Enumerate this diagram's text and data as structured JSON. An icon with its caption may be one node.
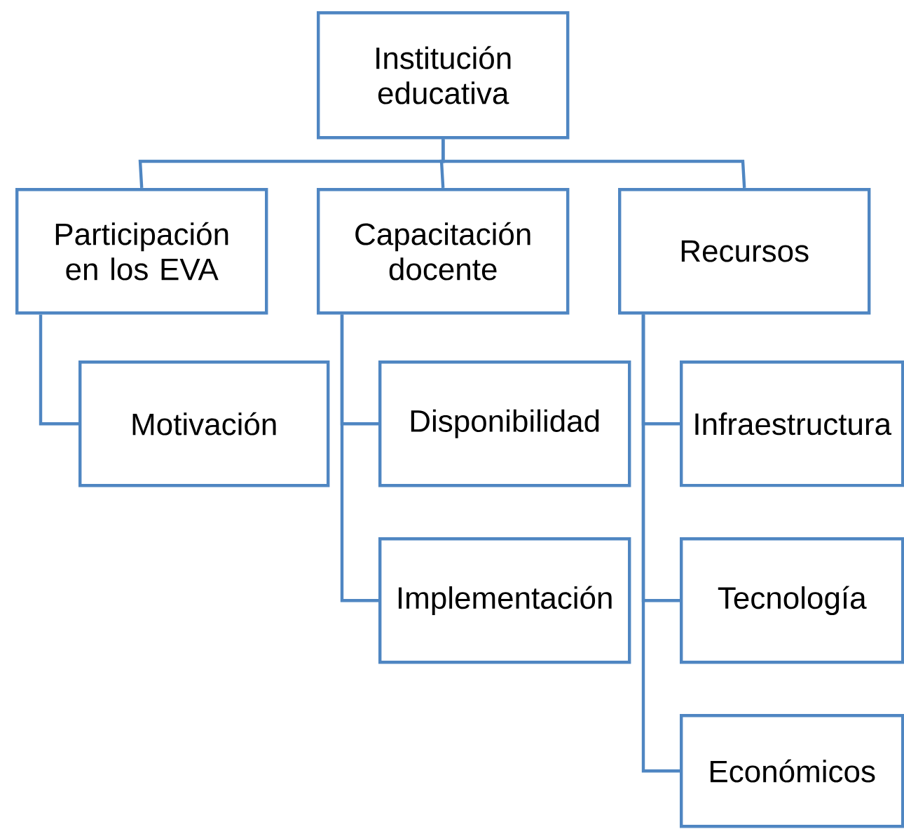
{
  "diagram": {
    "nodes": [
      {
        "text": [
          "Institución educativa"
        ]
      },
      {
        "text": [
          "Participación en los EVA"
        ]
      },
      {
        "text": [
          "Capacitación docente"
        ]
      },
      {
        "text": [
          "Recursos"
        ]
      },
      {
        "text": [
          "Motivación"
        ]
      },
      {
        "text": [
          "Disponibilidad"
        ]
      },
      {
        "text": [
          "Implementación"
        ]
      },
      {
        "text": [
          "Infraestructura"
        ]
      },
      {
        "text": [
          "Tecnología"
        ]
      },
      {
        "text": [
          "Económicos"
        ]
      }
    ],
    "edges": [
      {
        "from": 0,
        "to": 1,
        "arrow": "none"
      },
      {
        "from": 0,
        "to": 2,
        "arrow": "none"
      },
      {
        "from": 0,
        "to": 3,
        "arrow": "none"
      },
      {
        "from": 1,
        "to": 4,
        "arrow": "none"
      },
      {
        "from": 2,
        "to": 5,
        "arrow": "none"
      },
      {
        "from": 2,
        "to": 6,
        "arrow": "none"
      },
      {
        "from": 3,
        "to": 7,
        "arrow": "none"
      },
      {
        "from": 3,
        "to": 8,
        "arrow": "none"
      },
      {
        "from": 3,
        "to": 9,
        "arrow": "none"
      }
    ]
  }
}
